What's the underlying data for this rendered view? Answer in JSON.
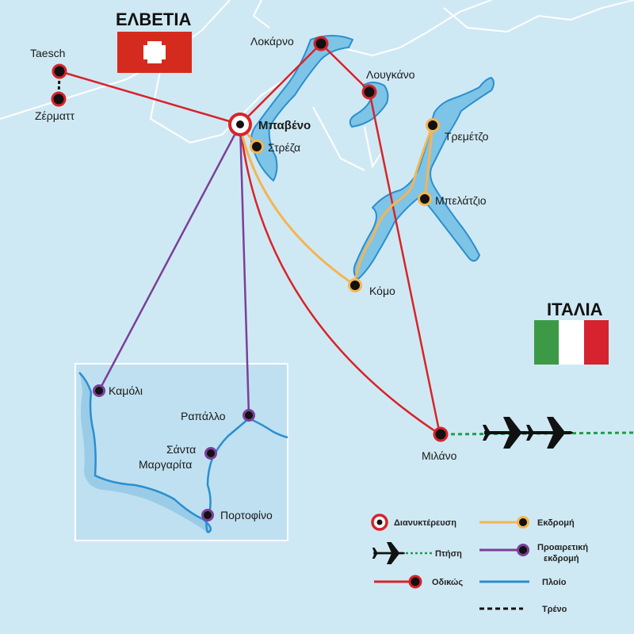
{
  "countries": {
    "switzerland": "ΕΛΒΕΤΙΑ",
    "italy": "ΙΤΑΛΙΑ"
  },
  "places": {
    "taesch": "Taesch",
    "zermatt": "Ζέρματτ",
    "locarno": "Λοκάρνο",
    "lugano": "Λουγκάνο",
    "baveno": "Μπαβένο",
    "stresa": "Στρέζα",
    "tremezzo": "Τρεμέτζο",
    "bellagio": "Μπελάτζιο",
    "como": "Κόμο",
    "milano": "Μιλάνο",
    "camogli": "Καμόλι",
    "rapallo": "Ραπάλλο",
    "santa_line1": "Σάντα",
    "santa_line2": "Μαργαρίτα",
    "portofino": "Πορτοφίνο"
  },
  "legend": {
    "overnight": "Διανυκτέρευση",
    "excursion": "Εκδρομή",
    "flight": "Πτήση",
    "optional_line1": "Προαιρετική",
    "optional_line2": "εκδρομή",
    "road": "Οδικώς",
    "boat": "Πλοίο",
    "train": "Τρένο"
  },
  "colors": {
    "sea": "#cfe9f4",
    "border": "#ffffff",
    "lake": "#7ec4e6",
    "lake_edge": "#2a8fcf",
    "road": "#d8232a",
    "excursion": "#f4b553",
    "optional": "#7b3f98",
    "flight": "#1aa04a",
    "train": "#111111",
    "swiss_red": "#d52b1e",
    "italy_green": "#3c9a47",
    "italy_red": "#d5232f"
  },
  "icons": [
    "overnight-icon",
    "airplane-icon",
    "swiss-flag",
    "italy-flag"
  ]
}
